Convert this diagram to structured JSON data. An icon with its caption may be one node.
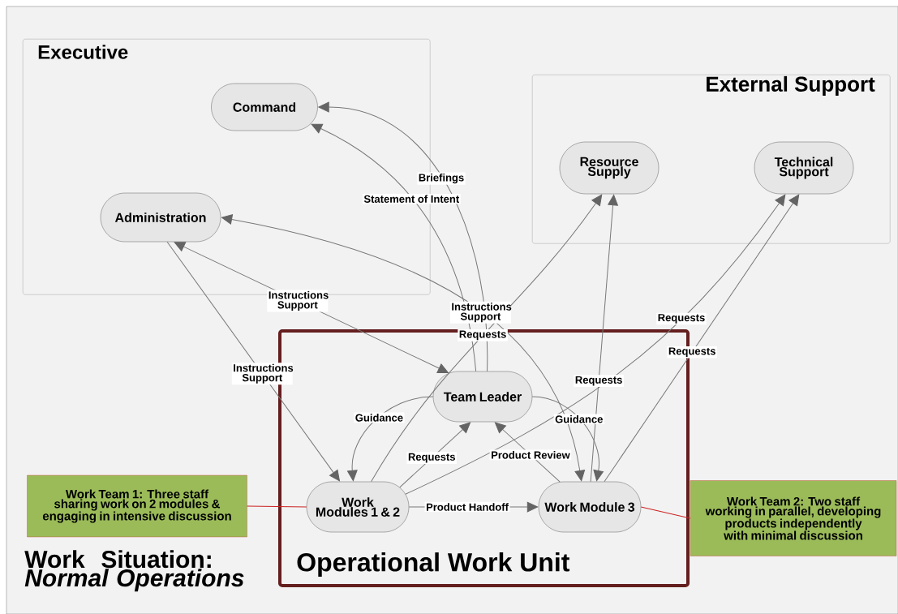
{
  "diagram": {
    "title": "Work Situation: *Normal Operations*",
    "nodes": [
      {
        "text": [
          "Executive"
        ]
      },
      {
        "text": [
          "Command"
        ],
        "in": 0
      },
      {
        "text": [
          "Administration"
        ],
        "in": 0
      },
      {
        "text": [
          "External Support"
        ]
      },
      {
        "text": [
          "Resource Supply"
        ],
        "in": 3
      },
      {
        "text": [
          "Technical Support"
        ],
        "in": 3
      },
      {
        "text": [
          "Operational Work Unit"
        ]
      },
      {
        "text": [
          "Team Leader"
        ],
        "in": 6
      },
      {
        "text": [
          "Work Modules 1 & 2"
        ],
        "in": 6
      },
      {
        "text": [
          "Work Module 3"
        ],
        "in": 6
      },
      {
        "text": [
          "Work Team 1: Three staff sharing work on 2 modules & engaging in intensive discussion"
        ]
      },
      {
        "text": [
          "Work Team 2: Two staff working in parallel, developing products independently with minimal discussion"
        ]
      }
    ],
    "edges": [
      {
        "from": 7,
        "to": 1,
        "arrow": "to",
        "label": "Briefings"
      },
      {
        "from": 7,
        "to": 1,
        "arrow": "to",
        "label": "Statement of Intent"
      },
      {
        "from": 2,
        "to": 7,
        "arrow": "both",
        "label": "Instructions Support"
      },
      {
        "from": 2,
        "to": 8,
        "arrow": "to",
        "label": "Instructions Support"
      },
      {
        "from": 2,
        "to": 9,
        "arrow": "both",
        "label": "Instructions Support"
      },
      {
        "from": 8,
        "to": 4,
        "arrow": "to",
        "label": "Requests"
      },
      {
        "from": 8,
        "to": 5,
        "arrow": "to",
        "label": "Requests"
      },
      {
        "from": 9,
        "to": 4,
        "arrow": "to",
        "label": "Requests"
      },
      {
        "from": 9,
        "to": 5,
        "arrow": "to",
        "label": "Requests"
      },
      {
        "from": 7,
        "to": 8,
        "arrow": "to",
        "label": "Guidance"
      },
      {
        "from": 7,
        "to": 9,
        "arrow": "to",
        "label": "Guidance"
      },
      {
        "from": 8,
        "to": 7,
        "arrow": "to",
        "label": "Requests"
      },
      {
        "from": 9,
        "to": 7,
        "arrow": "to",
        "label": "Product Review"
      },
      {
        "from": 8,
        "to": 9,
        "arrow": "to",
        "label": "Product Handoff"
      },
      {
        "from": 10,
        "to": 8,
        "arrow": "none",
        "color": "#cc2222"
      },
      {
        "from": 9,
        "to": 11,
        "arrow": "none",
        "color": "#cc2222"
      }
    ]
  }
}
